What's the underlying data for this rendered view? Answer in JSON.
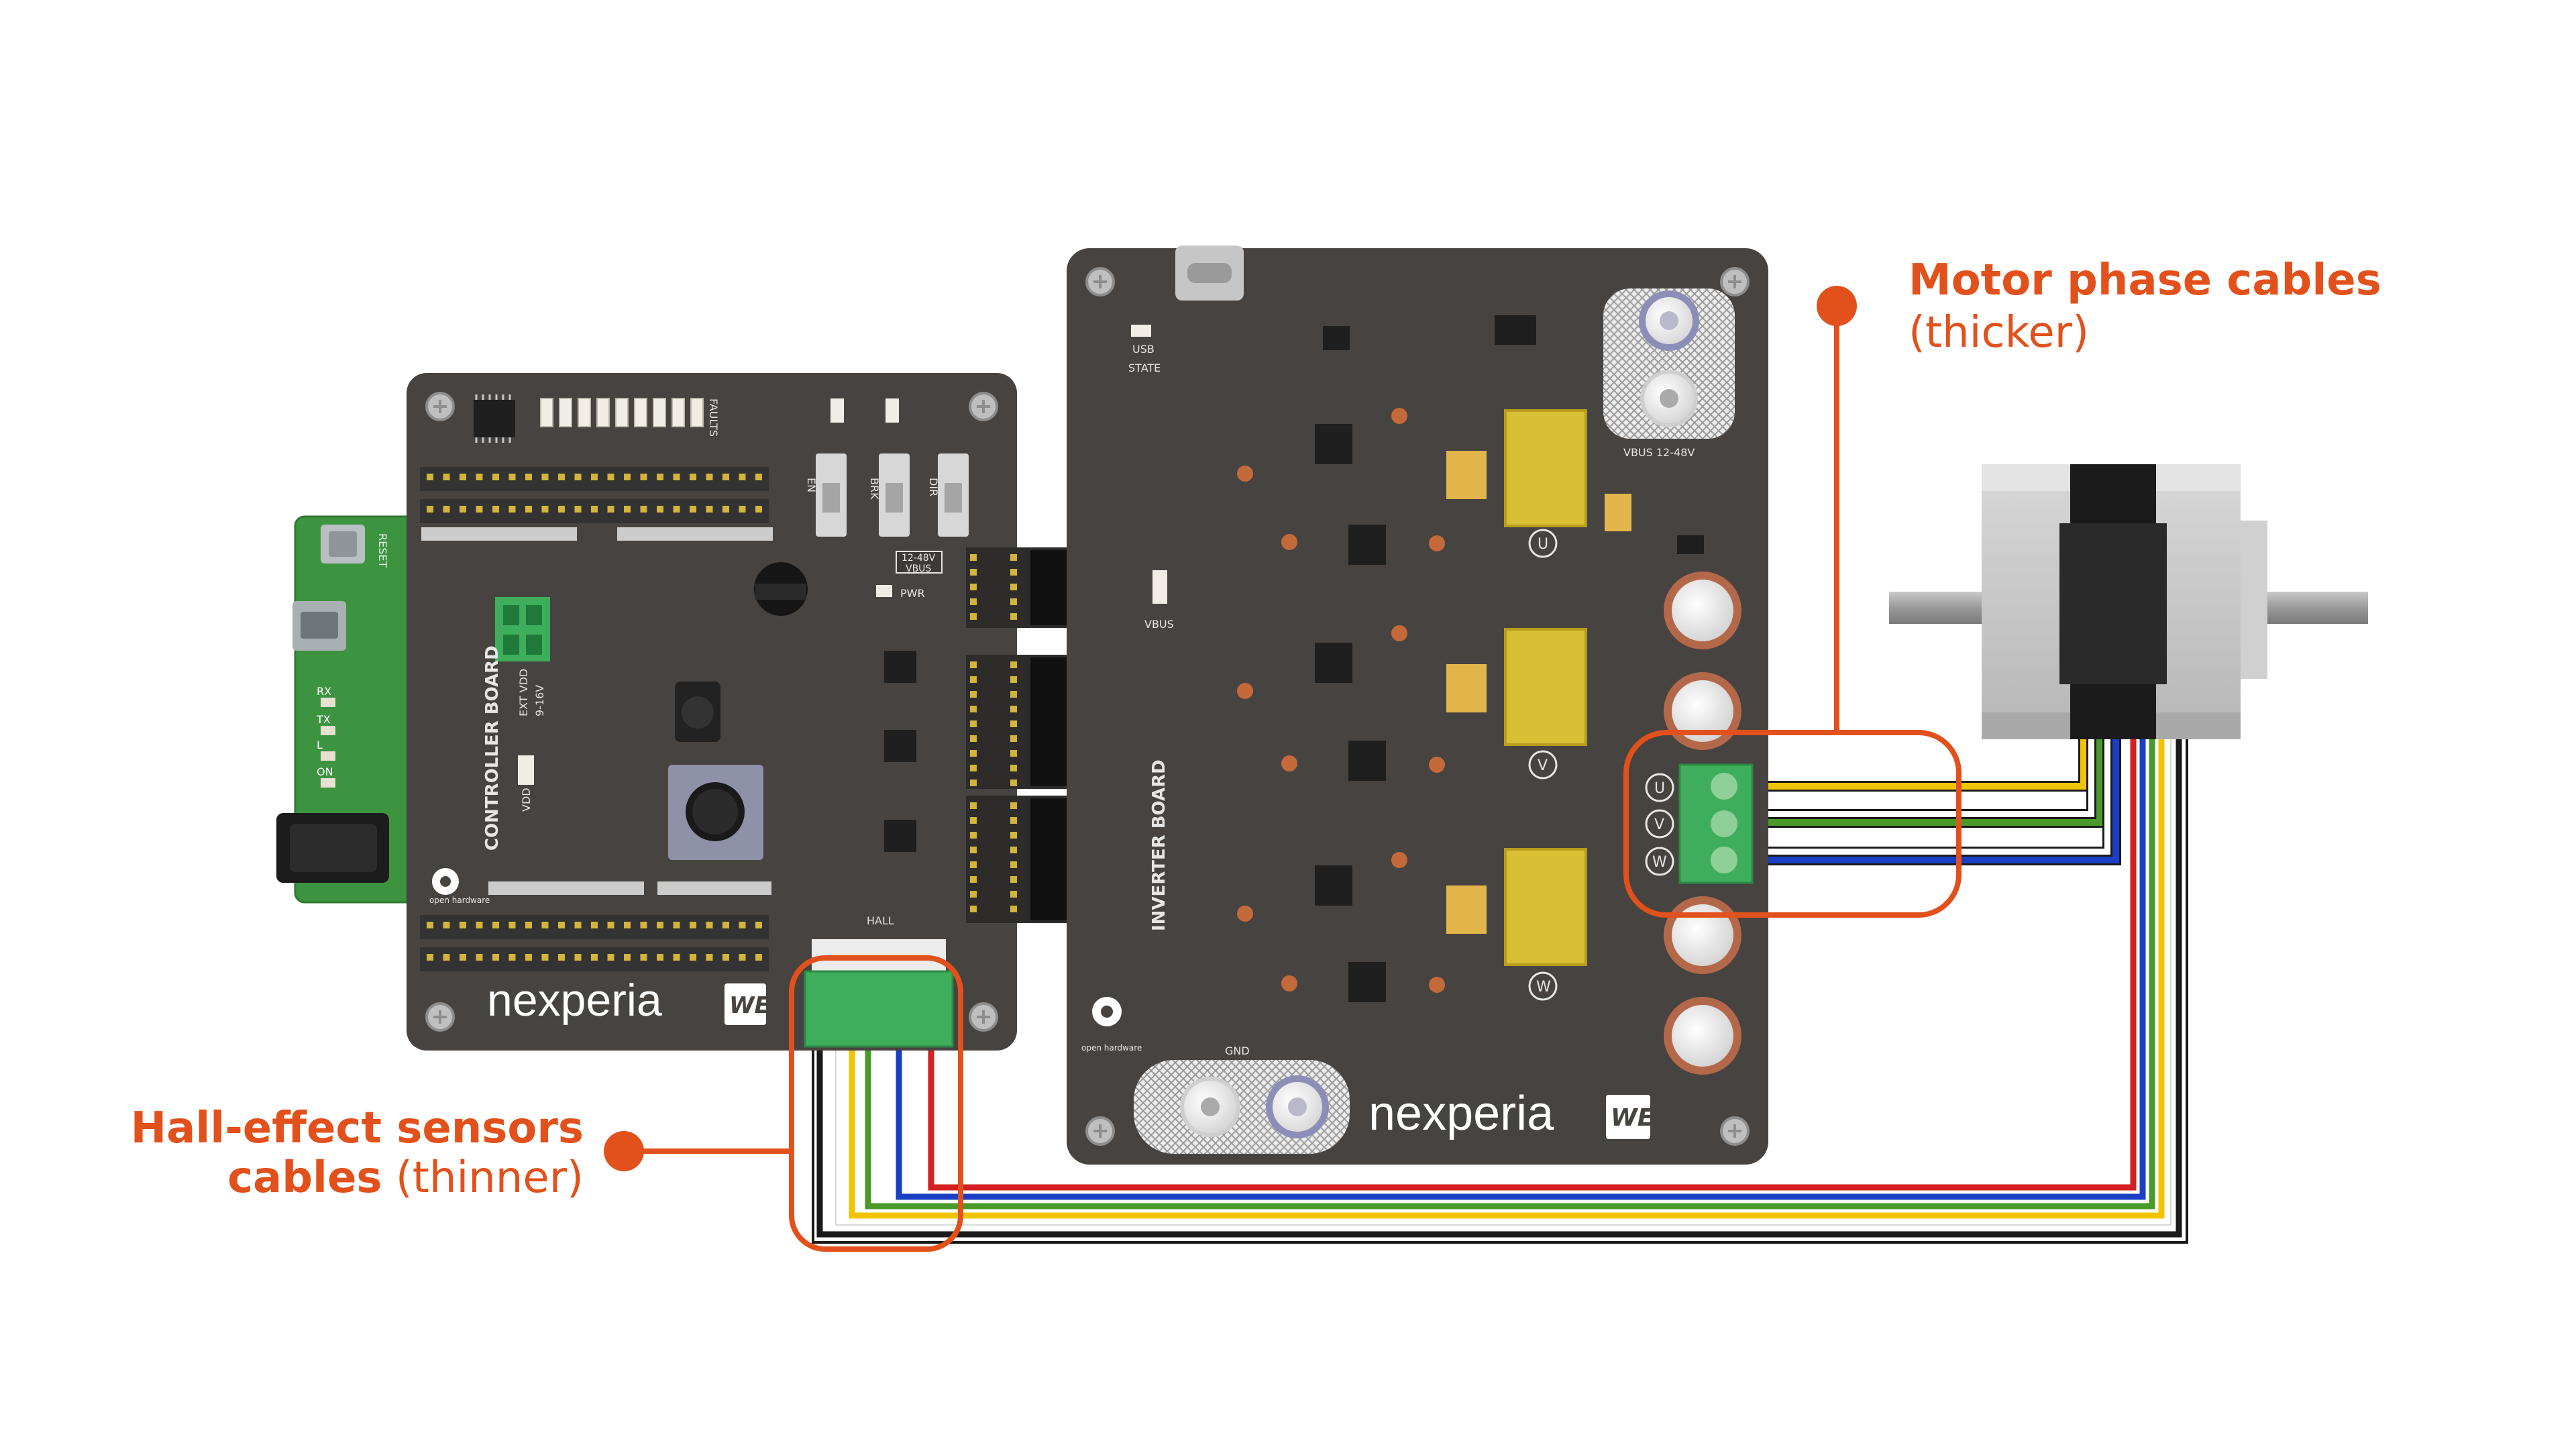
{
  "callouts": {
    "motor": {
      "title": "Motor phase cables",
      "subtitle": "(thicker)"
    },
    "hall": {
      "line1": "Hall-effect sensors",
      "line2_bold": "cables",
      "line2_light": "(thinner)"
    }
  },
  "controller_board": {
    "brand": "nexperia",
    "label": "CONTROLLER BOARD",
    "ext_vdd": "EXT VDD",
    "ext_range": "9-16V",
    "vdd": "VDD",
    "faults": "FAULTS",
    "switches": [
      "EN",
      "BRK",
      "DIR"
    ],
    "vbus": "12-48V",
    "vbus_label": "VBUS",
    "pwr": "PWR",
    "hall": "HALL",
    "reset": "RESET",
    "leds": [
      "RX",
      "TX",
      "L",
      "ON"
    ],
    "open_hardware": "open hardware",
    "we_logo": "WE"
  },
  "inverter_board": {
    "brand": "nexperia",
    "label": "INVERTER BOARD",
    "usb": "USB",
    "state": "STATE",
    "vbus": "VBUS",
    "vbus_range": "VBUS 12-48V",
    "gnd": "GND",
    "phases": [
      "U",
      "V",
      "W"
    ],
    "open_hardware": "open hardware",
    "we_logo": "WE"
  },
  "colors": {
    "accent": "#e2511b",
    "board": "#474340",
    "green_pcb": "#3d9440",
    "connector": "#3fae5c",
    "wire_red": "#d42020",
    "wire_blue": "#1a3fc4",
    "wire_green": "#4a9a2a",
    "wire_yellow": "#f2c400",
    "wire_black": "#1a1a1a",
    "wire_white": "#ffffff"
  }
}
